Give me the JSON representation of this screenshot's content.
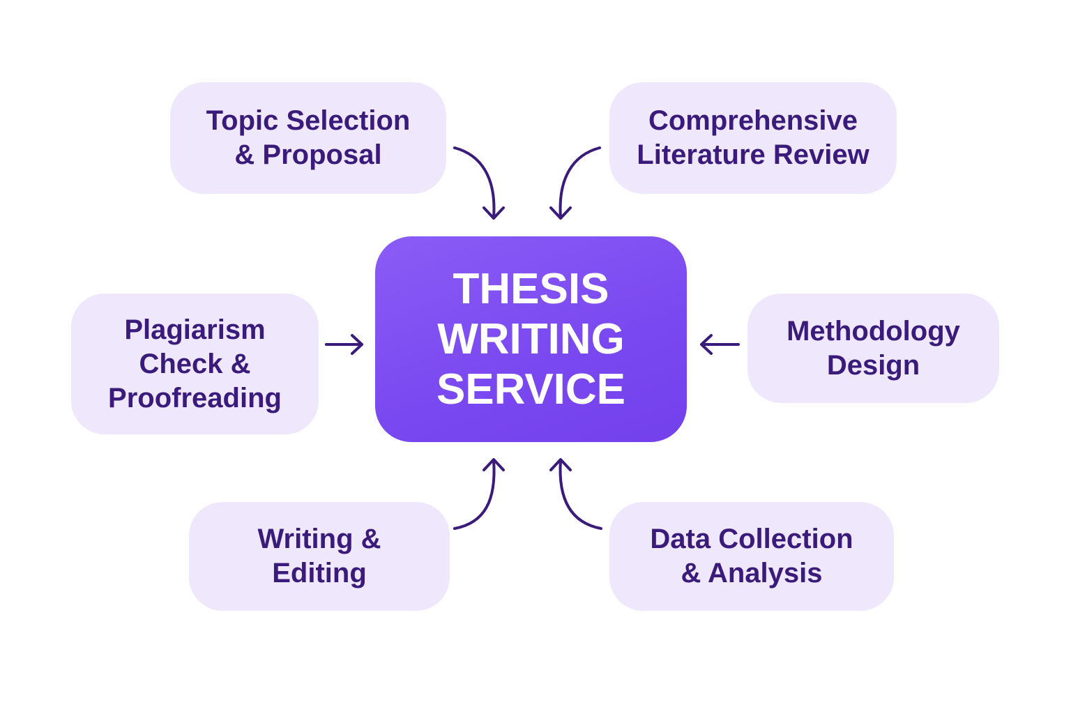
{
  "center": {
    "lines": [
      "THESIS",
      "WRITING",
      "SERVICE"
    ]
  },
  "nodes": {
    "topic": {
      "lines": [
        "Topic Selection",
        "& Proposal"
      ]
    },
    "literature": {
      "lines": [
        "Comprehensive",
        "Literature Review"
      ]
    },
    "plagiarism": {
      "lines": [
        "Plagiarism",
        "Check &",
        "Proofreading"
      ]
    },
    "methodology": {
      "lines": [
        "Methodology",
        "Design"
      ]
    },
    "writing": {
      "lines": [
        "Writing &",
        "Editing"
      ]
    },
    "data": {
      "lines": [
        "Data Collection",
        "& Analysis"
      ]
    }
  },
  "colors": {
    "node_bg": "#EFE8FD",
    "node_text": "#3A1A7A",
    "center_start": "#8B5CF6",
    "center_end": "#7340EC",
    "arrow": "#3A1A7A"
  }
}
